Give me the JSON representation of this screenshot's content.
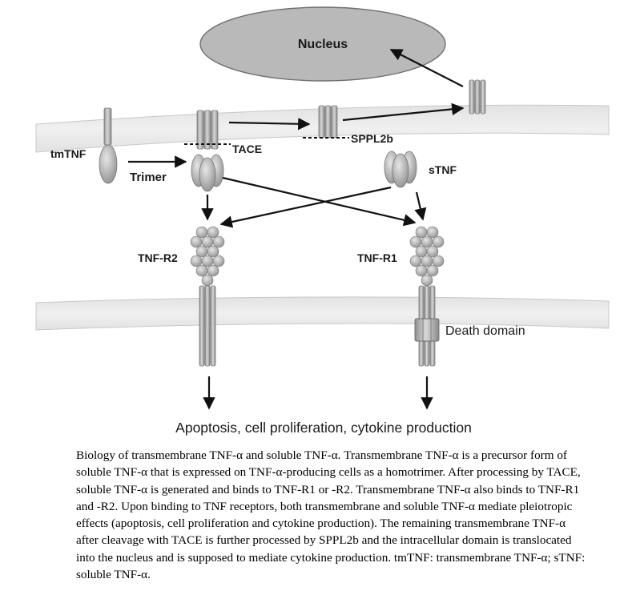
{
  "labels": {
    "nucleus": "Nucleus",
    "tmtnf": "tmTNF",
    "trimer": "Trimer",
    "tace": "TACE",
    "sppl2b": "SPPL2b",
    "stnf": "sTNF",
    "tnf_r2": "TNF-R2",
    "tnf_r1": "TNF-R1",
    "death_domain": "Death domain",
    "outcome": "Apoptosis, cell proliferation, cytokine production"
  },
  "caption": "Biology of transmembrane TNF-α and soluble TNF-α. Transmembrane TNF-α is a precursor form of soluble TNF-α that is expressed on TNF-α-producing cells as a homotrimer. After processing by TACE, soluble TNF-α is generated and binds to TNF-R1 or -R2. Transmembrane TNF-α also binds to TNF-R1 and -R2. Upon binding to TNF receptors, both transmembrane and soluble TNF-α mediate pleiotropic effects (apoptosis, cell proliferation and cytokine production). The remaining transmembrane TNF-α after cleavage with TACE is further processed by SPPL2b and the intracellular domain is translocated into the nucleus and is supposed to mediate cytokine production. tmTNF: transmembrane TNF-α; sTNF: soluble TNF-α."
}
